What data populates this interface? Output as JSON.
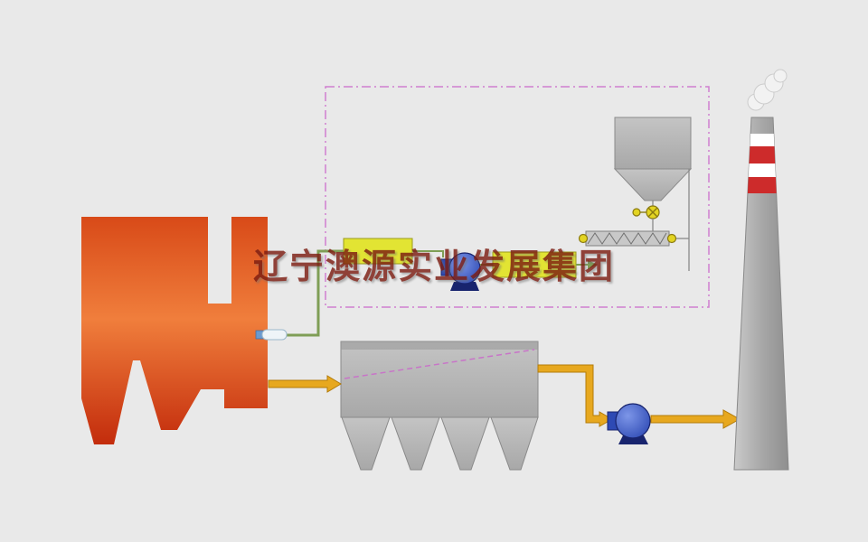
{
  "watermark": {
    "text": "辽宁澳源实业发展集团"
  },
  "components": {
    "boiler": "boiler",
    "dosing_box_a": "dosing-equipment-box",
    "dosing_box_b": "dosing-equipment-box",
    "booster_fan": "fan",
    "injection_nozzle": "injection-nozzle",
    "silo": "powder-silo",
    "rotary_valve": "rotary-valve",
    "screw_conveyor": "screw-conveyor",
    "dust_collector": "bag-dust-collector",
    "induced_draft_fan": "fan",
    "chimney": "chimney-stack",
    "smoke": "smoke-plume"
  },
  "colors": {
    "background": "#e9e9e9",
    "boiler_top": "#d84a18",
    "boiler_mid": "#f07e3c",
    "boiler_bottom": "#c32c0c",
    "dashed_border": "#cf7fcf",
    "diag_dash": "#c874c8",
    "yellow_box": "#e2e433",
    "yellow_box_border": "#9a9a1c",
    "pump_light": "#7d96e8",
    "pump_blue": "#2e4ab4",
    "pump_dark": "#18246e",
    "gray_light": "#c4c4c4",
    "gray_mid": "#a8a8a8",
    "gray_dark": "#8a8a8a",
    "arrow_fill": "#e7a81f",
    "arrow_border": "#b37c0a",
    "pipe_green": "#7f9e56",
    "red_band": "#cd2b2b",
    "white": "#ffffff",
    "valve_yellow": "#e3d422",
    "valve_border": "#8a7a10",
    "watermark_color": "#7c1d12",
    "smoke_fill": "#f2f2f2",
    "smoke_border": "#cccccc"
  }
}
